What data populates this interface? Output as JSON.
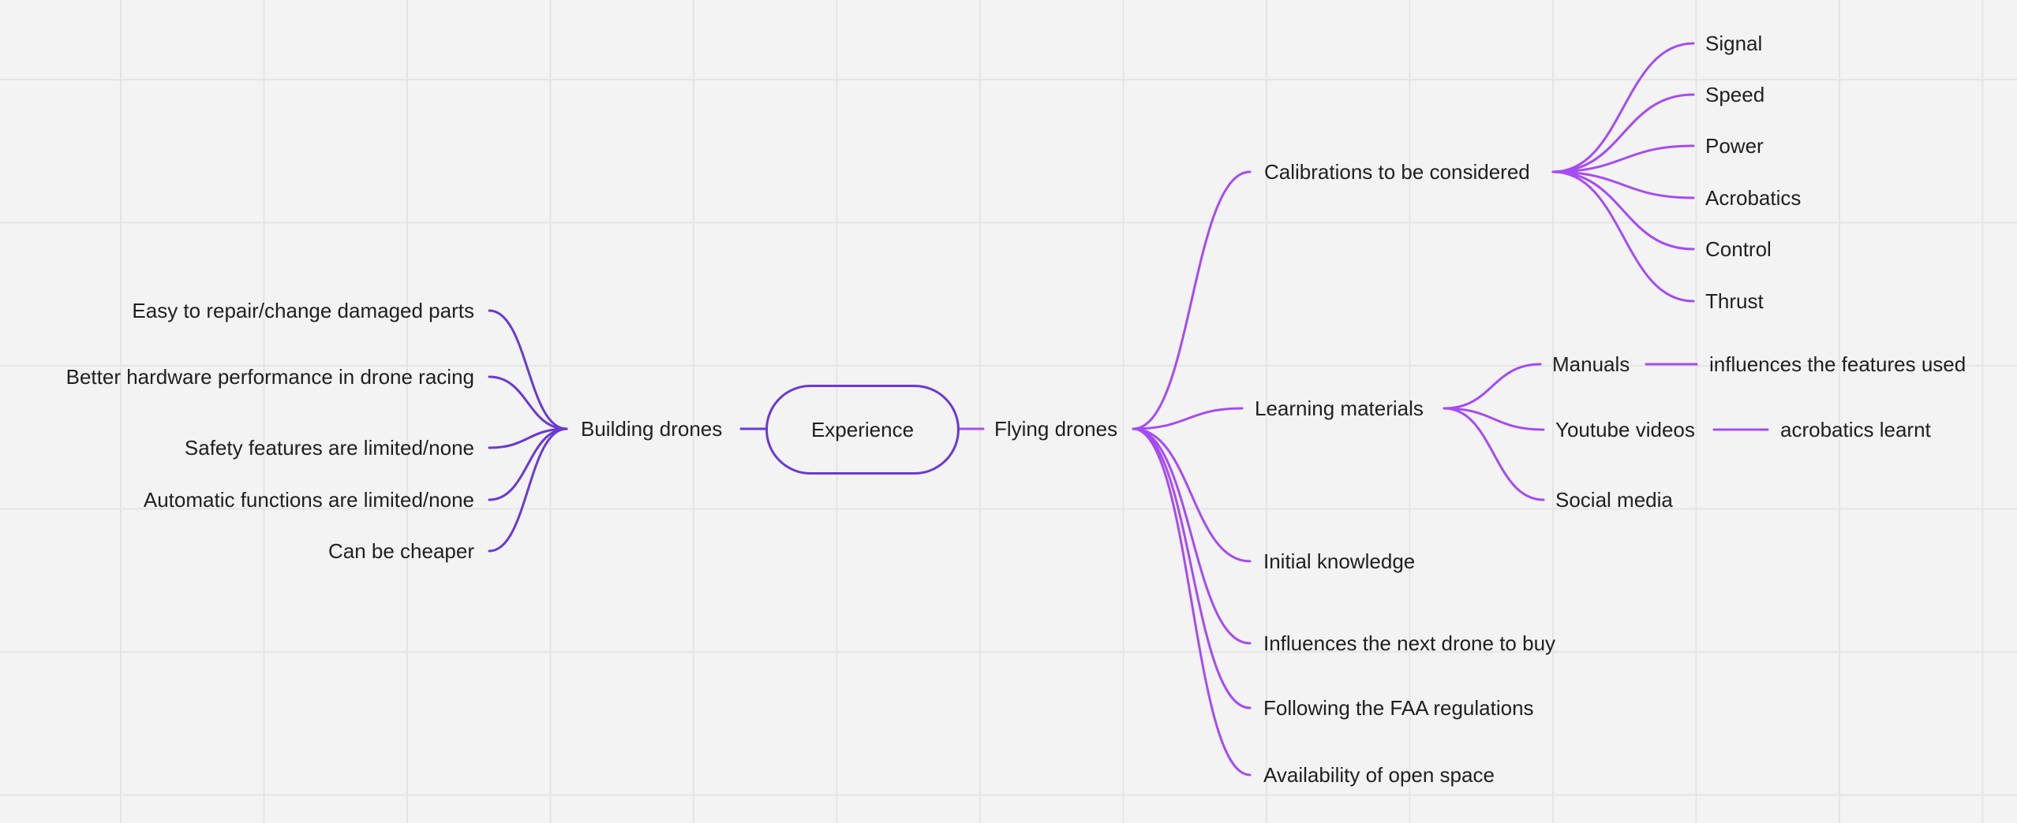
{
  "mindmap": {
    "root": "Experience",
    "left_branch": {
      "label": "Building drones",
      "children": [
        "Easy to repair/change damaged parts",
        "Better hardware performance in drone racing",
        "Safety features are limited/none",
        "Automatic functions are limited/none",
        "Can be cheaper"
      ]
    },
    "right_branch": {
      "label": "Flying drones",
      "calibrations": {
        "label": "Calibrations to be considered",
        "children": [
          "Signal",
          "Speed",
          "Power",
          "Acrobatics",
          "Control",
          "Thrust"
        ]
      },
      "learning": {
        "label": "Learning materials",
        "manuals": {
          "label": "Manuals",
          "child": "influences the features used"
        },
        "youtube": {
          "label": "Youtube videos",
          "child": "acrobatics learnt"
        },
        "social": {
          "label": "Social media"
        }
      },
      "other_children": [
        "Initial knowledge",
        "Influences the next drone to buy",
        "Following the FAA regulations",
        "Availability of open space"
      ]
    }
  },
  "colors": {
    "left_link": "#6a39d6",
    "right_link": "#a64bf4",
    "root_border": "#6a39d6",
    "background": "#f3f3f3",
    "grid": "#e4e4e4",
    "text": "#1f1f1f"
  }
}
